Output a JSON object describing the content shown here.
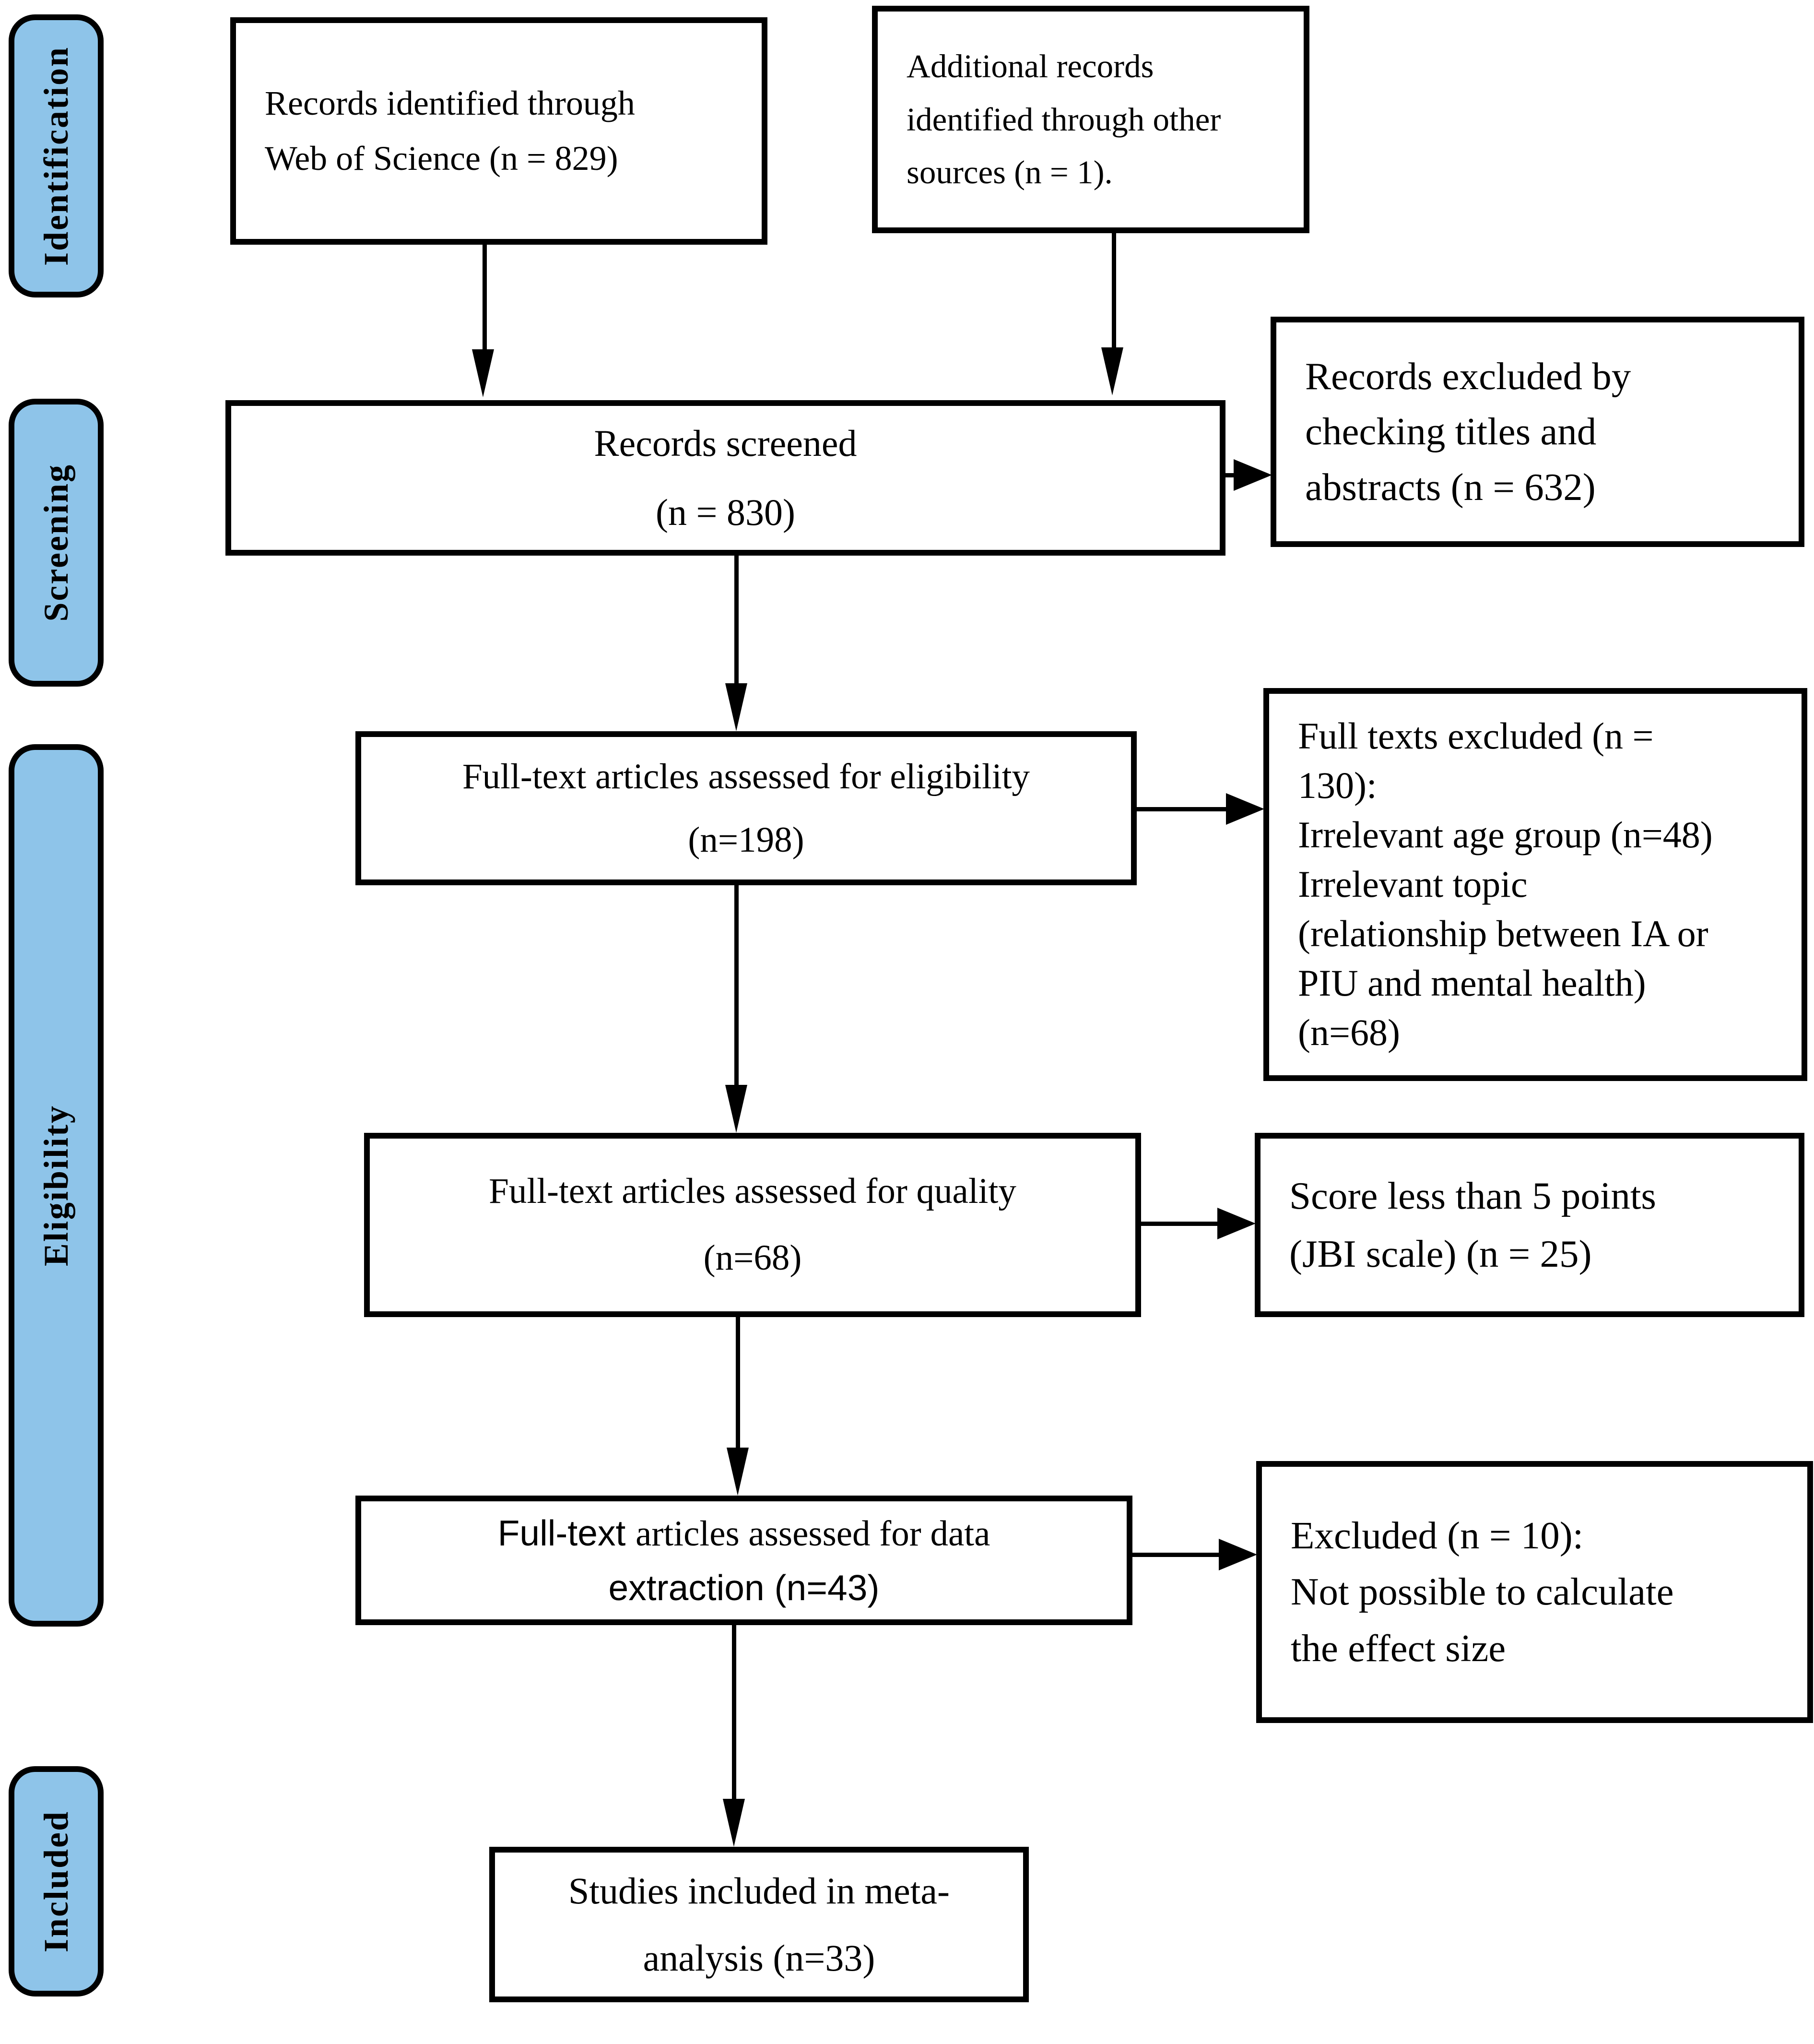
{
  "stages": [
    {
      "label": "Identification"
    },
    {
      "label": "Screening"
    },
    {
      "label": "Eligibility"
    },
    {
      "label": "Included"
    }
  ],
  "boxes": {
    "records_identified": {
      "lines": [
        "Records identified through",
        "Web of Science (n = 829)"
      ]
    },
    "additional_records": {
      "lines": [
        "Additional records",
        "identified through other",
        "sources (n = 1)."
      ]
    },
    "records_screened": {
      "lines": [
        "Records screened",
        "(n = 830)"
      ]
    },
    "records_excluded": {
      "lines": [
        "Records excluded by",
        "checking titles and",
        "abstracts (n = 632)"
      ]
    },
    "fulltext_eligibility": {
      "lines": [
        "Full-text articles assessed for eligibility",
        "(n=198)"
      ]
    },
    "fulltexts_excluded": {
      "lines": [
        "Full texts excluded (n =",
        "130):",
        "Irrelevant age group (n=48)",
        "Irrelevant topic",
        "(relationship between IA or",
        "PIU and mental health)",
        "(n=68)"
      ]
    },
    "fulltext_quality": {
      "lines": [
        "Full-text articles assessed for quality",
        "(n=68)"
      ]
    },
    "score_less_than_5": {
      "lines": [
        "Score less than 5 points",
        "(JBI scale) (n = 25)"
      ]
    },
    "fulltext_data_extraction": {
      "line1_sans": "Full-text ",
      "line1_serif": "articles assessed for data",
      "line2": "extraction (n=43)"
    },
    "excluded_effect_size": {
      "lines": [
        "Excluded (n = 10):",
        "Not possible to calculate",
        "the effect size"
      ]
    },
    "studies_included": {
      "lines": [
        "Studies included in meta-",
        "analysis (n=33)"
      ]
    }
  },
  "colors": {
    "stage_fill": "#8EC4E9",
    "line": "#000000",
    "box_background": "#FFFFFF"
  }
}
